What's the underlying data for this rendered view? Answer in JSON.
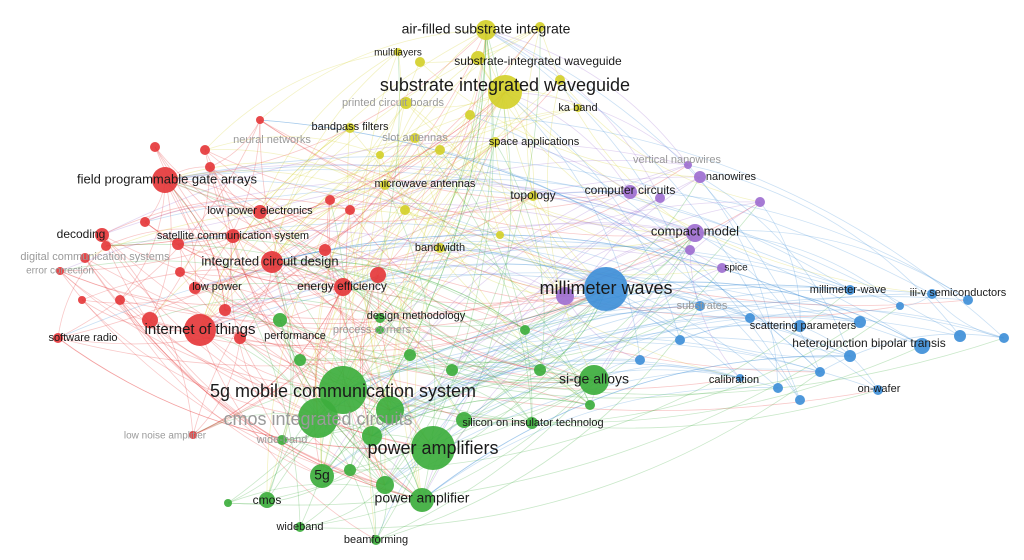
{
  "colors": {
    "red": "#e5383b",
    "green": "#3dae3d",
    "yellow": "#d4d02a",
    "blue": "#3f8fd8",
    "purple": "#9e6fd0",
    "label_dark": "#1a1a1a",
    "label_faded": "#9a9a9a"
  },
  "clusters": {
    "red": [
      "field programmable gate arrays",
      "decoding",
      "digital communication systems",
      "error correction",
      "low power electronics",
      "satellite communication system",
      "integrated circuit design",
      "energy efficiency",
      "low power",
      "internet of things",
      "software radio",
      "performance",
      "neural networks",
      "low noise amplifier"
    ],
    "green": [
      "5g mobile communication system",
      "cmos integrated circuits",
      "power amplifiers",
      "5g",
      "power amplifier",
      "cmos",
      "wideband",
      "wide-band",
      "beamforming",
      "si-ge alloys",
      "silicon on insulator technolog",
      "design methodology",
      "process corners"
    ],
    "yellow": [
      "air-filled substrate integrate",
      "multilayers",
      "substrate-integrated waveguide",
      "substrate integrated waveguide",
      "printed circuit boards",
      "ka band",
      "bandpass filters",
      "slot antennas",
      "space applications",
      "microwave antennas",
      "topology",
      "bandwidth"
    ],
    "blue": [
      "millimeter waves",
      "substrates",
      "millimeter-wave",
      "iii-v semiconductors",
      "scattering parameters",
      "heterojunction bipolar transis",
      "calibration",
      "on-wafer"
    ],
    "purple": [
      "computer circuits",
      "nanowires",
      "vertical nanowires",
      "compact model",
      "spice"
    ]
  },
  "terms": [
    "air-filled substrate integrate",
    "multilayers",
    "substrate-integrated waveguide",
    "substrate integrated waveguide",
    "printed circuit boards",
    "ka band",
    "bandpass filters",
    "neural networks",
    "slot antennas",
    "space applications",
    "vertical nanowires",
    "field programmable gate arrays",
    "microwave antennas",
    "computer circuits",
    "nanowires",
    "topology",
    "low power electronics",
    "decoding",
    "satellite communication system",
    "compact model",
    "bandwidth",
    "digital communication systems",
    "error correction",
    "integrated circuit design",
    "spice",
    "millimeter waves",
    "low power",
    "energy efficiency",
    "millimeter-wave",
    "iii-v semiconductors",
    "substrates",
    "design methodology",
    "internet of things",
    "scattering parameters",
    "software radio",
    "performance",
    "process corners",
    "heterojunction bipolar transis",
    "5g mobile communication system",
    "si-ge alloys",
    "calibration",
    "on-wafer",
    "cmos integrated circuits",
    "silicon on insulator technolog",
    "low noise amplifier",
    "wide-band",
    "power amplifiers",
    "5g",
    "cmos",
    "power amplifier",
    "wideband",
    "beamforming"
  ]
}
